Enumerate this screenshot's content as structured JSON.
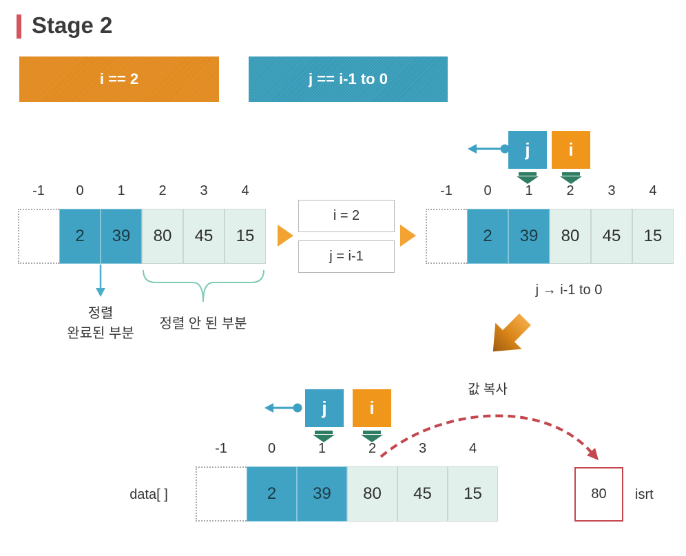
{
  "title": "Stage 2",
  "banners": {
    "i_banner": "i == 2",
    "j_banner": "j == i-1 to 0"
  },
  "colors": {
    "title_bar": "#d4555d",
    "banner_i": "#e08719",
    "banner_j": "#3399b6",
    "pointer_j": "#3ea1c3",
    "pointer_i": "#f0961b",
    "sorted_cell": "#40a3c4",
    "unsorted_cell": "#e2f0ec",
    "down_arrow": "#2f7d63",
    "step_arrow": "#f3a332",
    "copy_arrow": "#c4474f",
    "brace": "#7ccab6",
    "sorted_arrow": "#4aaecb"
  },
  "panel_left": {
    "indices": [
      "-1",
      "0",
      "1",
      "2",
      "3",
      "4"
    ],
    "cells": [
      {
        "value": "2",
        "sorted": true
      },
      {
        "value": "39",
        "sorted": true
      },
      {
        "value": "80",
        "sorted": false
      },
      {
        "value": "45",
        "sorted": false
      },
      {
        "value": "15",
        "sorted": false
      }
    ],
    "sorted_label": [
      "정렬",
      "완료된 부분"
    ],
    "unsorted_label": "정렬 안 된 부분"
  },
  "assignments": {
    "i": "i = 2",
    "j": "j = i-1"
  },
  "panel_right": {
    "pointer_j": "j",
    "pointer_i": "i",
    "indices": [
      "-1",
      "0",
      "1",
      "2",
      "3",
      "4"
    ],
    "cells": [
      {
        "value": "2",
        "sorted": true
      },
      {
        "value": "39",
        "sorted": true
      },
      {
        "value": "80",
        "sorted": false
      },
      {
        "value": "45",
        "sorted": false
      },
      {
        "value": "15",
        "sorted": false
      }
    ],
    "caption": "j → i-1 to 0"
  },
  "panel_bottom": {
    "copy_label": "값 복사",
    "pointer_j": "j",
    "pointer_i": "i",
    "array_label": "data[ ]",
    "indices": [
      "-1",
      "0",
      "1",
      "2",
      "3",
      "4"
    ],
    "cells": [
      {
        "value": "2",
        "sorted": true
      },
      {
        "value": "39",
        "sorted": true
      },
      {
        "value": "80",
        "sorted": false
      },
      {
        "value": "45",
        "sorted": false
      },
      {
        "value": "15",
        "sorted": false
      }
    ],
    "isrt": {
      "value": "80",
      "label": "isrt"
    }
  }
}
